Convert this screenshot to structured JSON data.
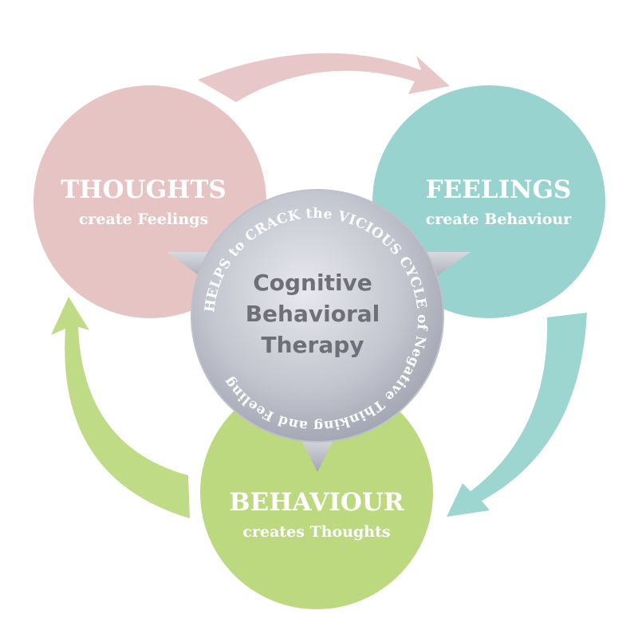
{
  "thoughts": {
    "title": "THOUGHTS",
    "subtitle": "create Feelings",
    "color": "#e6c4c4"
  },
  "feelings": {
    "title": "FEELINGS",
    "subtitle": "create Behaviour",
    "color": "#98d3cf"
  },
  "behaviour": {
    "title": "BEHAVIOUR",
    "subtitle": "creates Thoughts",
    "color": "#bdd97f"
  },
  "center": {
    "line1": "Cognitive",
    "line2": "Behavioral",
    "line3": "Therapy",
    "ring_text": "HELPS to CRACK the VICIOUS CYCLE of Negative Thinking and Feeling",
    "color": "#a9acb8"
  }
}
